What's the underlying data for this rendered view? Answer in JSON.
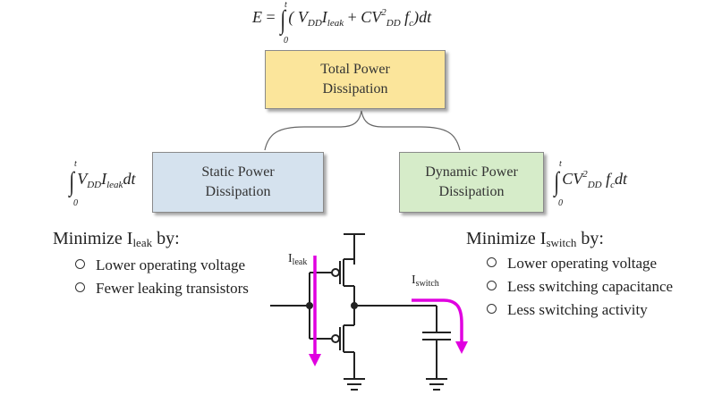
{
  "top_formula": {
    "lhs": "E",
    "equals": "=",
    "integral": "∫",
    "upper": "t",
    "lower": "0",
    "vdd": "V",
    "vdd_sub": "DD",
    "ileak": "I",
    "ileak_sub": "leak",
    "plus": "+",
    "c": "CV",
    "c_sup": "2",
    "c_sub": "DD",
    "fc": "f",
    "fc_sub": "c",
    "dt": "dt"
  },
  "boxes": {
    "total": [
      "Total Power",
      "Dissipation"
    ],
    "static": [
      "Static Power",
      "Dissipation"
    ],
    "dynamic": [
      "Dynamic Power",
      "Dissipation"
    ]
  },
  "left_formula": {
    "integral": "∫",
    "upper": "t",
    "lower": "0",
    "v": "V",
    "v_sub": "DD",
    "i": "I",
    "i_sub": "leak",
    "dt": "dt"
  },
  "right_formula": {
    "integral": "∫",
    "upper": "t",
    "lower": "0",
    "cv": "CV",
    "sup": "2",
    "sub": "DD",
    "f": "f",
    "f_sub": "c",
    "dt": "dt"
  },
  "left_heading": {
    "pre": "Minimize I",
    "sub": "leak",
    "post": " by:"
  },
  "left_bullets": [
    "Lower operating voltage",
    "Fewer leaking transistors"
  ],
  "right_heading": {
    "pre": "Minimize I",
    "sub": "switch",
    "post": " by:"
  },
  "right_bullets": [
    "Lower operating voltage",
    "Less switching capacitance",
    "Less switching activity"
  ],
  "circuit_labels": {
    "ileak": {
      "main": "I",
      "sub": "leak"
    },
    "iswitch": {
      "main": "I",
      "sub": "switch"
    }
  },
  "colors": {
    "arrow": "#e000e0",
    "total_box": "#fbe59b",
    "static_box": "#d5e2ee",
    "dynamic_box": "#d6ecc9"
  }
}
